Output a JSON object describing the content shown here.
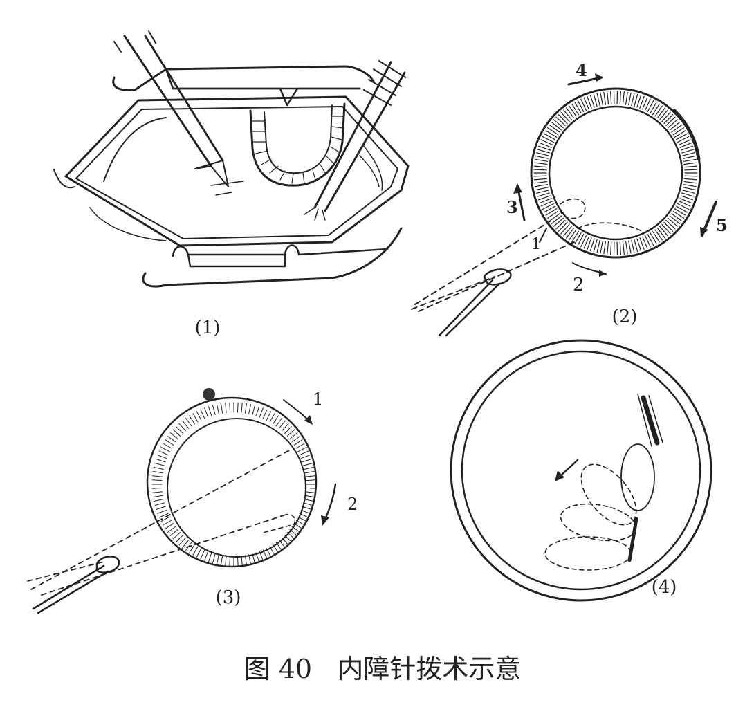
{
  "figure": {
    "caption": "图 40   内障针拨术示意"
  },
  "panels": [
    {
      "id": "panel-1",
      "label": "(1)"
    },
    {
      "id": "panel-2",
      "label": "(2)",
      "steps": [
        "1",
        "2",
        "3",
        "4",
        "5"
      ]
    },
    {
      "id": "panel-3",
      "label": "(3)",
      "steps": [
        "1",
        "2"
      ]
    },
    {
      "id": "panel-4",
      "label": "(4)"
    }
  ],
  "colors": {
    "ink": "#222222",
    "paper": "#ffffff"
  }
}
